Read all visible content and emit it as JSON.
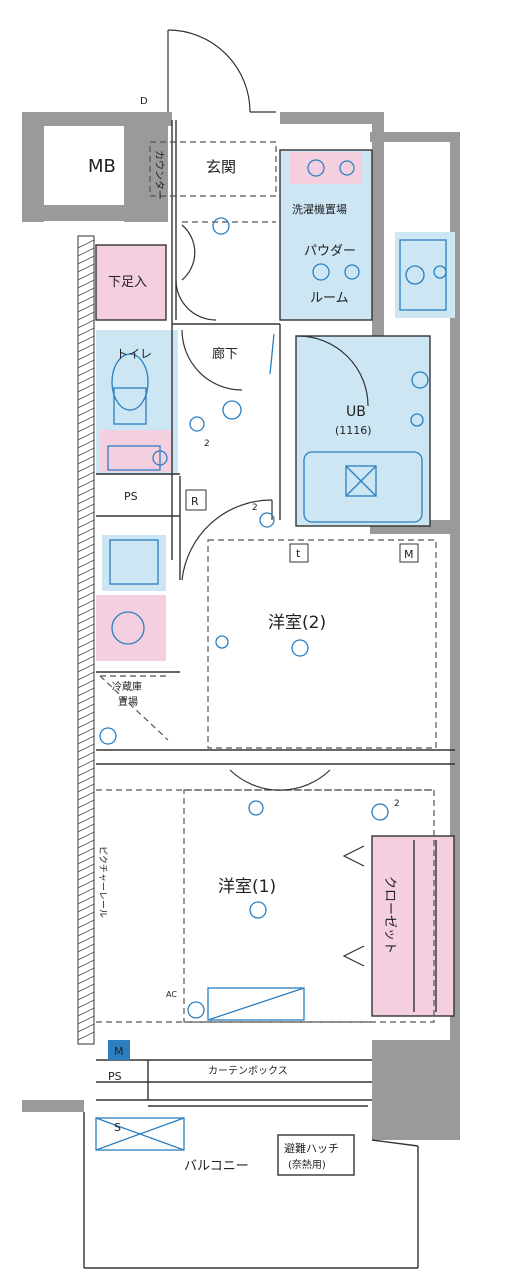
{
  "labels": {
    "mb": "MB",
    "genkan": "玄関",
    "counter": "カウンター",
    "powder_top": "洗濯機置場",
    "powder_1": "パウダー",
    "powder_2": "ルーム",
    "shoebox": "下足入",
    "toilet": "トイレ",
    "hallway": "廊下",
    "ub": "UB",
    "ub_size": "(1116)",
    "ps_top": "PS",
    "fridge_1": "冷蔵庫",
    "fridge_2": "置場",
    "room2": "洋室(2)",
    "room1": "洋室(1)",
    "picture_rail": "ピクチャーレール",
    "closet": "クローゼット",
    "curtain_box": "カーテンボックス",
    "ps_bottom": "PS",
    "balcony": "バルコニー",
    "hatch_1": "避難ハッチ",
    "hatch_2": "(奈熱用)",
    "mark_r": "R",
    "mark_m": "M",
    "mark_t": "t",
    "mark_s": "S",
    "mark_d": "D",
    "ac": "AC",
    "two": "2"
  },
  "colors": {
    "wall": "#9a9a9a",
    "blue_room": "#cce6f4",
    "pink_room": "#f3cfe0",
    "fixture": "#2b7fc0",
    "line": "#333333"
  }
}
